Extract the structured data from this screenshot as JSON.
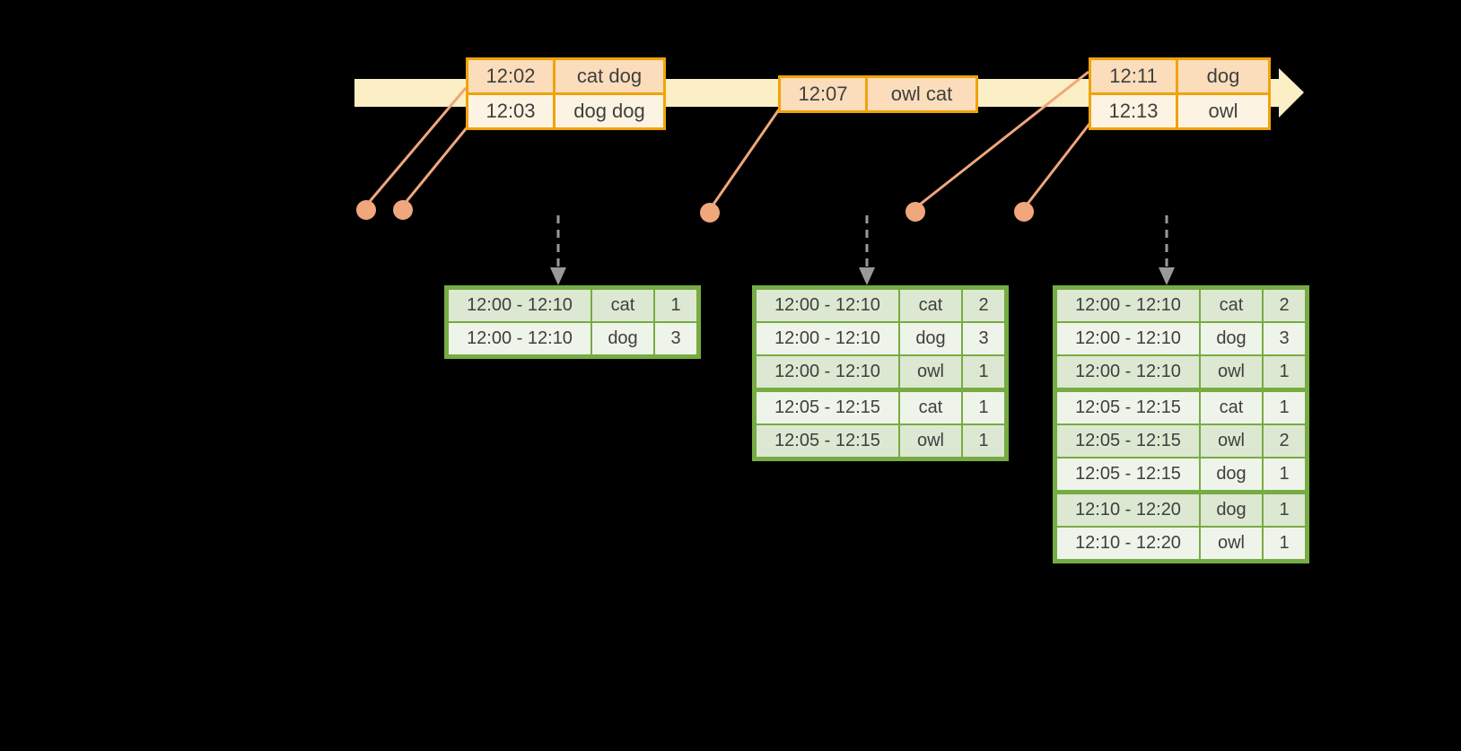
{
  "colors": {
    "background": "#000000",
    "timeline_band": "#fcefc5",
    "event_border": "#f0a30a",
    "event_row_dark": "#fbddbb",
    "event_row_light": "#fdf3e3",
    "marker": "#efa77b",
    "result_border": "#77ab43",
    "result_row_dark": "#dce8d1",
    "result_row_light": "#eff4ea",
    "trigger_arrow": "#999999",
    "text": "#3f3f3f"
  },
  "icons": {
    "timeline_arrow": "right-pointing arrow band",
    "trigger_arrow": "dashed down arrow",
    "event_marker": "filled circle"
  },
  "event_tables": [
    {
      "rows": [
        {
          "time": "12:02",
          "words": "cat dog"
        },
        {
          "time": "12:03",
          "words": "dog dog"
        }
      ]
    },
    {
      "rows": [
        {
          "time": "12:07",
          "words": "owl cat"
        }
      ]
    },
    {
      "rows": [
        {
          "time": "12:11",
          "words": "dog"
        },
        {
          "time": "12:13",
          "words": "owl"
        }
      ]
    }
  ],
  "result_tables": [
    {
      "rows": [
        {
          "window": "12:00 - 12:10",
          "word": "cat",
          "count": "1"
        },
        {
          "window": "12:00 - 12:10",
          "word": "dog",
          "count": "3"
        }
      ]
    },
    {
      "rows": [
        {
          "window": "12:00 - 12:10",
          "word": "cat",
          "count": "2"
        },
        {
          "window": "12:00 - 12:10",
          "word": "dog",
          "count": "3"
        },
        {
          "window": "12:00 - 12:10",
          "word": "owl",
          "count": "1"
        },
        {
          "window": "12:05 - 12:15",
          "word": "cat",
          "count": "1"
        },
        {
          "window": "12:05 - 12:15",
          "word": "owl",
          "count": "1"
        }
      ]
    },
    {
      "rows": [
        {
          "window": "12:00 - 12:10",
          "word": "cat",
          "count": "2"
        },
        {
          "window": "12:00 - 12:10",
          "word": "dog",
          "count": "3"
        },
        {
          "window": "12:00 - 12:10",
          "word": "owl",
          "count": "1"
        },
        {
          "window": "12:05 - 12:15",
          "word": "cat",
          "count": "1"
        },
        {
          "window": "12:05 - 12:15",
          "word": "owl",
          "count": "2"
        },
        {
          "window": "12:05 - 12:15",
          "word": "dog",
          "count": "1"
        },
        {
          "window": "12:10 - 12:20",
          "word": "dog",
          "count": "1"
        },
        {
          "window": "12:10 - 12:20",
          "word": "owl",
          "count": "1"
        }
      ]
    }
  ]
}
